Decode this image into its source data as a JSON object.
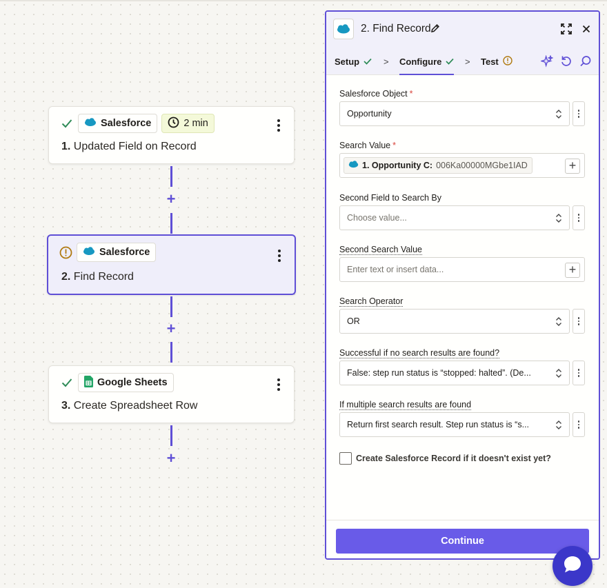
{
  "canvas": {
    "steps": [
      {
        "status": "success",
        "app": "Salesforce",
        "badge": "2 min",
        "number": "1.",
        "title": "Updated Field on Record"
      },
      {
        "status": "warning",
        "app": "Salesforce",
        "number": "2.",
        "title": "Find Record"
      },
      {
        "status": "success",
        "app": "Google Sheets",
        "number": "3.",
        "title": "Create Spreadsheet Row"
      }
    ],
    "add_symbol": "+"
  },
  "panel": {
    "title": "2. Find Record",
    "tabs": [
      {
        "label": "Setup",
        "state": "done"
      },
      {
        "label": "Configure",
        "state": "done"
      },
      {
        "label": "Test",
        "state": "warning"
      }
    ],
    "tab_separator": ">",
    "fields": {
      "salesforce_object": {
        "label": "Salesforce Object",
        "required": "*",
        "value": "Opportunity"
      },
      "search_value": {
        "label": "Search Value",
        "required": "*",
        "pill_key": "1. Opportunity C:",
        "pill_value": "006Ka00000MGbe1IAD"
      },
      "second_field": {
        "label": "Second Field to Search By",
        "placeholder": "Choose value..."
      },
      "second_search_value": {
        "label": "Second Search Value",
        "placeholder": "Enter text or insert data..."
      },
      "search_operator": {
        "label": "Search Operator",
        "value": "OR"
      },
      "success_if_none": {
        "label": "Successful if no search results are found?",
        "value": "False: step run status is “stopped: halted”. (De..."
      },
      "multiple_results": {
        "label": "If multiple search results are found",
        "value": "Return first search result. Step run status is “s..."
      }
    },
    "create_if_missing": {
      "label": "Create Salesforce Record if it doesn't exist yet?",
      "checked": false
    },
    "continue_label": "Continue"
  },
  "colors": {
    "accent": "#5f4fd6",
    "button": "#695be8",
    "success": "#2e8b57",
    "warning": "#b07a10",
    "salesforce": "#1798c1",
    "sheets": "#23a566",
    "chat": "#3b37c9"
  }
}
